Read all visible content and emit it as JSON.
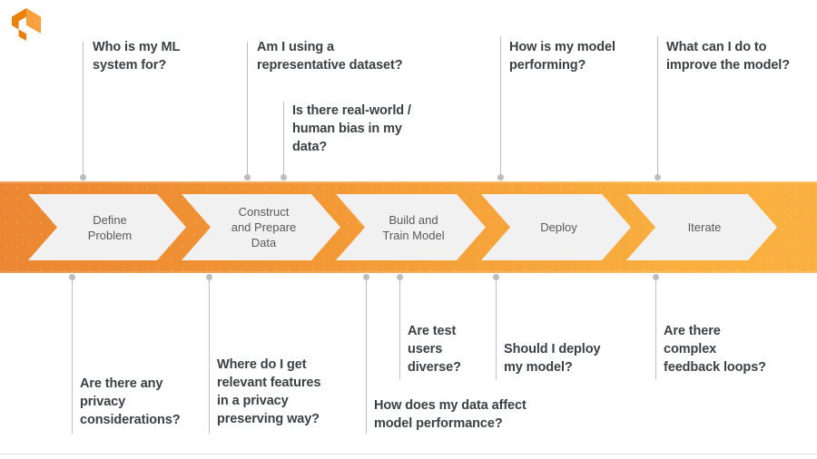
{
  "logo": {
    "name": "tensorflow-logo",
    "colors": {
      "dark": "#e8820c",
      "light": "#f9a03c"
    }
  },
  "theme": {
    "band_gradient_start": "#ec8632",
    "band_gradient_end": "#fab040",
    "chevron_fill": "#f1f1f1",
    "question_text": "#3c4043",
    "chevron_text": "#5a5a5a",
    "leader_line": "#bdbdbd"
  },
  "stages": [
    {
      "id": "define-problem",
      "label": "Define\nProblem"
    },
    {
      "id": "construct-and-prepare-data",
      "label": "Construct\nand Prepare\nData"
    },
    {
      "id": "build-and-train-model",
      "label": "Build and\nTrain Model"
    },
    {
      "id": "deploy",
      "label": "Deploy"
    },
    {
      "id": "iterate",
      "label": "Iterate"
    }
  ],
  "questions_above": [
    {
      "id": "who-is-my-ml-system-for",
      "text": "Who is my ML\nsystem for?"
    },
    {
      "id": "am-i-using-a-representative-dataset",
      "text": "Am I using a\nrepresentative dataset?"
    },
    {
      "id": "is-there-real-world-human-bias-in-my-data",
      "text": "Is there real-world /\nhuman bias in my\ndata?"
    },
    {
      "id": "how-is-my-model-performing",
      "text": "How is my model\nperforming?"
    },
    {
      "id": "what-can-i-do-to-improve-the-model",
      "text": "What can I do to\nimprove the model?"
    }
  ],
  "questions_below": [
    {
      "id": "are-there-any-privacy-considerations",
      "text": "Are there any\nprivacy\nconsiderations?"
    },
    {
      "id": "where-do-i-get-relevant-features-in-a-privacy-preserving-way",
      "text": "Where do I get\nrelevant features\nin a privacy\npreserving way?"
    },
    {
      "id": "how-does-my-data-affect-model-performance",
      "text": "How does my data affect\nmodel performance?"
    },
    {
      "id": "are-test-users-diverse",
      "text": "Are test\nusers\ndiverse?"
    },
    {
      "id": "should-i-deploy-my-model",
      "text": "Should I deploy\nmy model?"
    },
    {
      "id": "are-there-complex-feedback-loops",
      "text": "Are there\ncomplex\nfeedback loops?"
    }
  ]
}
